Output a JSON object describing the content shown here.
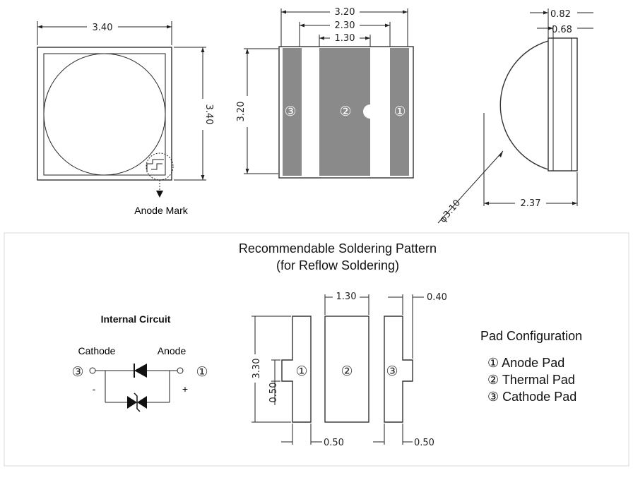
{
  "top_view": {
    "width_label": "3.40",
    "height_label": "3.40",
    "anode_mark_label": "Anode Mark"
  },
  "bottom_view": {
    "width_outer_label": "3.20",
    "width_mid_label": "2.30",
    "width_inner_label": "1.30",
    "height_label": "3.20",
    "pad_numbers": [
      "③",
      "②",
      "①"
    ]
  },
  "side_view": {
    "top_dim_1": "0.82",
    "top_dim_2": "0.68",
    "diameter_label": "φ3.10",
    "length_label": "2.37"
  },
  "soldering": {
    "title_line1": "Recommendable Soldering Pattern",
    "title_line2": "(for Reflow Soldering)",
    "dim_center_width": "1.30",
    "dim_right_offset": "0.40",
    "dim_height": "3.30",
    "dim_notch": "0.50",
    "dim_left_bottom": "0.50",
    "dim_right_bottom": "0.50",
    "pad_numbers": [
      "①",
      "②",
      "③"
    ]
  },
  "circuit": {
    "title": "Internal Circuit",
    "cathode_label": "Cathode",
    "anode_label": "Anode",
    "left_terminal": "③",
    "right_terminal": "①",
    "minus": "-",
    "plus": "+"
  },
  "pad_configuration": {
    "title": "Pad Configuration",
    "items": [
      "① Anode Pad",
      "② Thermal Pad",
      "③ Cathode Pad"
    ]
  },
  "colors": {
    "pad_fill": "#8a8a8a",
    "line": "#222222",
    "panel_border": "#d8d8d8"
  }
}
